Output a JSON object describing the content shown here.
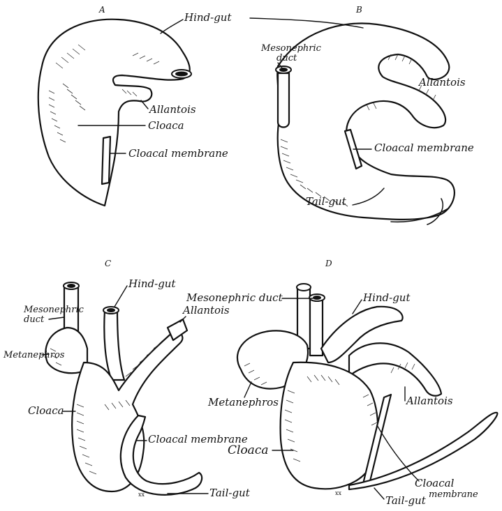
{
  "panels": {
    "A": {
      "letter": "A",
      "labels": {
        "hind_gut": "Hind-gut",
        "allantois": "Allantois",
        "cloaca": "Cloaca",
        "cloacal_membrane": "Cloacal membrane"
      }
    },
    "B": {
      "letter": "B",
      "labels": {
        "mesonephric_duct_1": "Mesonephric",
        "mesonephric_duct_2": "duct",
        "allantois": "Allantois",
        "cloacal_membrane": "Cloacal membrane",
        "tail_gut": "Tail-gut"
      }
    },
    "C": {
      "letter": "C",
      "labels": {
        "hind_gut": "Hind-gut",
        "mesonephric_duct_1": "Mesonephric",
        "mesonephric_duct_2": "duct",
        "allantois": "Allantois",
        "metanephros": "Metanephros",
        "cloaca": "Cloaca",
        "cloacal_membrane": "Cloacal membrane",
        "tail_gut": "Tail-gut"
      }
    },
    "D": {
      "letter": "D",
      "labels": {
        "mesonephric_duct": "Mesonephric duct",
        "hind_gut": "Hind-gut",
        "metanephros": "Metanephros",
        "allantois": "Allantois",
        "cloaca": "Cloaca",
        "cloacal_membrane_1": "Cloacal",
        "cloacal_membrane_2": "membrane",
        "tail_gut": "Tail-gut"
      }
    }
  }
}
